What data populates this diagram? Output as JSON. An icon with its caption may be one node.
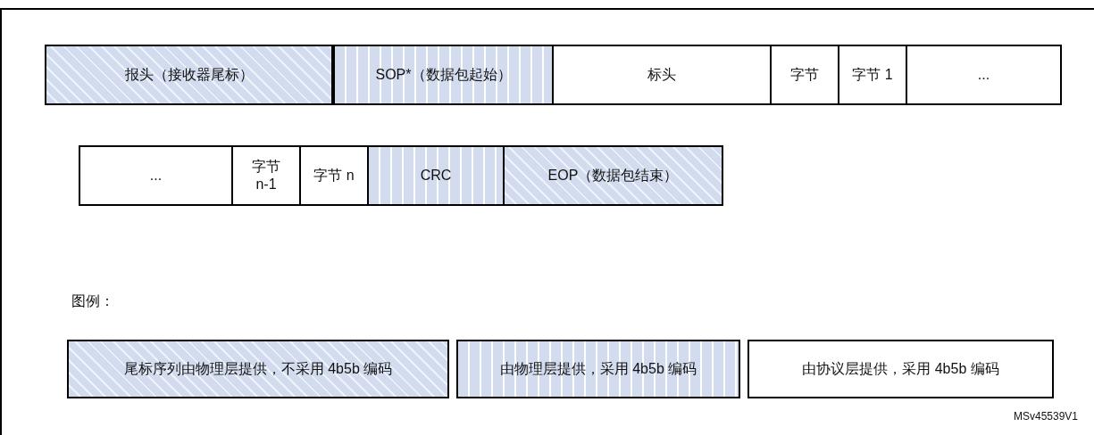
{
  "diagram": {
    "nodes": [
      {
        "text": [
          "报头（接收器尾标）"
        ]
      },
      {
        "text": [
          "SOP*（数据包起始）"
        ]
      },
      {
        "text": [
          "标头"
        ]
      },
      {
        "text": [
          "字节"
        ]
      },
      {
        "text": [
          "字节 1"
        ]
      },
      {
        "text": [
          "..."
        ]
      },
      {
        "text": [
          "..."
        ]
      },
      {
        "text": [
          "字节 n-1"
        ]
      },
      {
        "text": [
          "字节 n"
        ]
      },
      {
        "text": [
          "CRC"
        ]
      },
      {
        "text": [
          "EOP（数据包结束）"
        ]
      }
    ],
    "labels": [
      "图例：",
      "MSv45539V1"
    ],
    "legend": [
      {
        "text": "尾标序列由物理层提供，不采用 4b5b 编码"
      },
      {
        "text": "由物理层提供，采用 4b5b 编码"
      },
      {
        "text": "由协议层提供，采用 4b5b 编码"
      }
    ]
  }
}
